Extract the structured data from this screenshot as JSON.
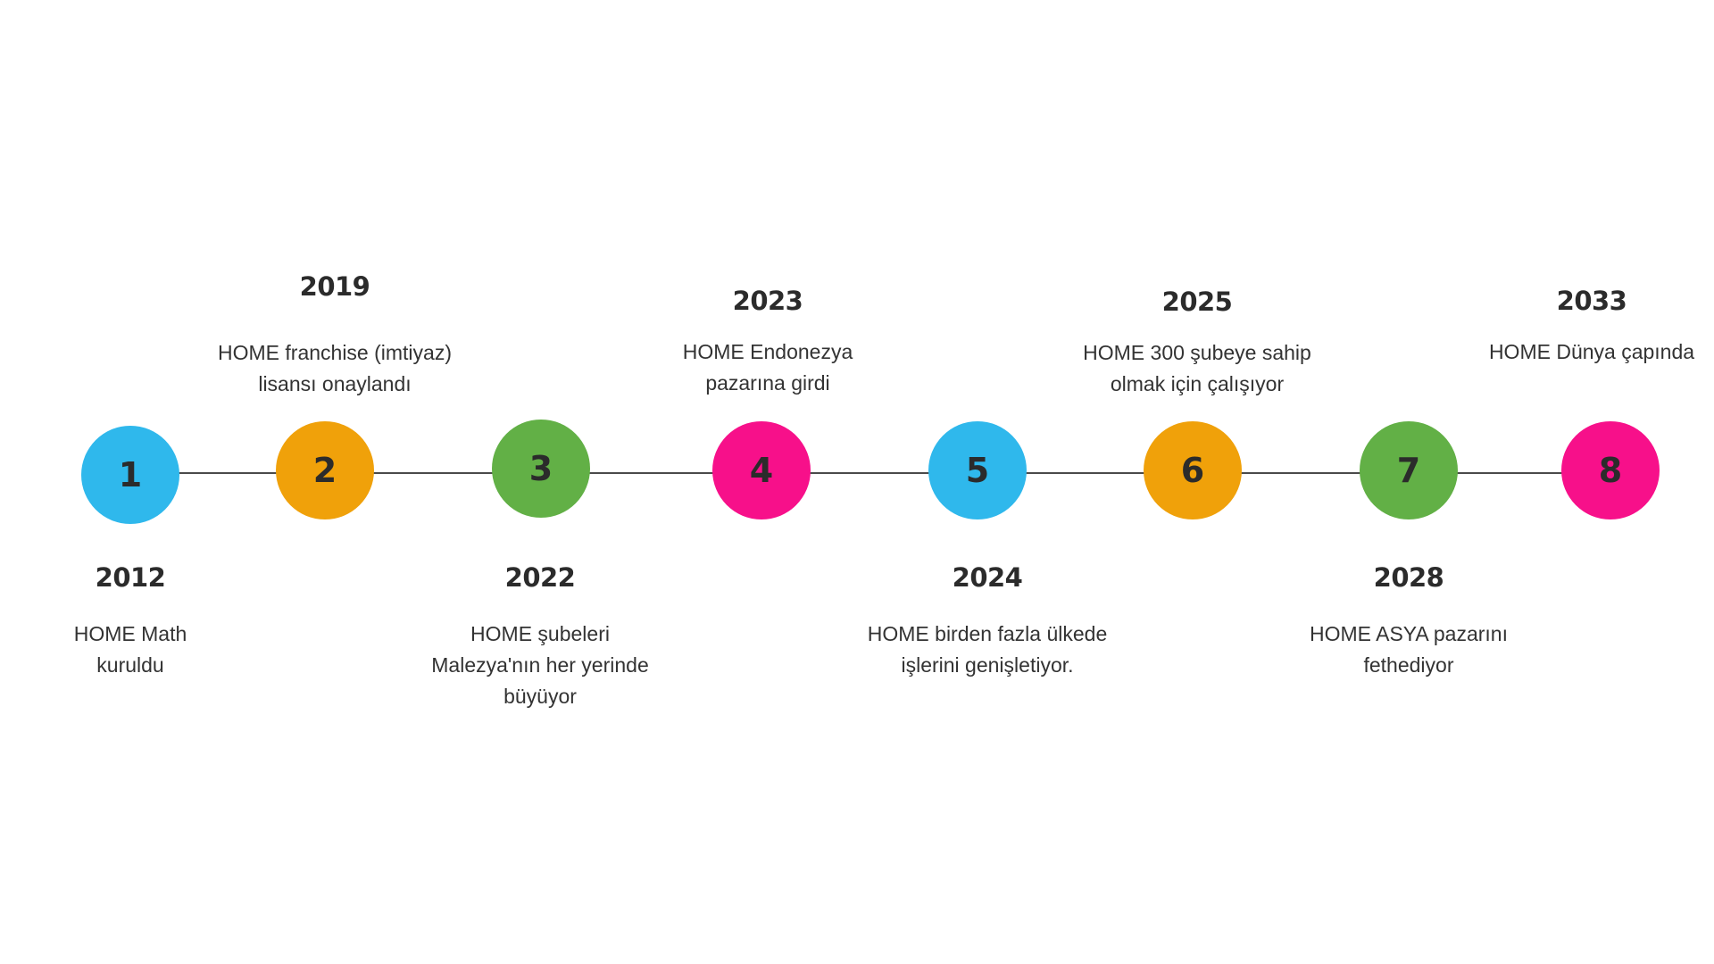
{
  "colors": {
    "blue": "#2FB8EC",
    "orange": "#F0A10A",
    "green": "#62B046",
    "pink": "#F7108A",
    "line": "#4a4a4a",
    "text": "#2b2b2b"
  },
  "timeline": {
    "nodes": [
      {
        "number": "1",
        "color": "#2FB8EC"
      },
      {
        "number": "2",
        "color": "#F0A10A"
      },
      {
        "number": "3",
        "color": "#62B046"
      },
      {
        "number": "4",
        "color": "#F7108A"
      },
      {
        "number": "5",
        "color": "#2FB8EC"
      },
      {
        "number": "6",
        "color": "#F0A10A"
      },
      {
        "number": "7",
        "color": "#62B046"
      },
      {
        "number": "8",
        "color": "#F7108A"
      }
    ],
    "events": [
      {
        "year": "2012",
        "position": "below",
        "lines": [
          "HOME Math",
          "kuruldu"
        ]
      },
      {
        "year": "2019",
        "position": "above",
        "lines": [
          "HOME franchise (imtiyaz)",
          "lisansı onaylandı"
        ]
      },
      {
        "year": "2022",
        "position": "below",
        "lines": [
          "HOME şubeleri",
          "Malezya'nın her yerinde",
          "büyüyor"
        ]
      },
      {
        "year": "2023",
        "position": "above",
        "lines": [
          "HOME Endonezya",
          "pazarına girdi"
        ]
      },
      {
        "year": "2024",
        "position": "below",
        "lines": [
          "HOME birden fazla ülkede",
          "işlerini genişletiyor."
        ]
      },
      {
        "year": "2025",
        "position": "above",
        "lines": [
          "HOME 300 şubeye sahip",
          "olmak için çalışıyor"
        ]
      },
      {
        "year": "2028",
        "position": "below",
        "lines": [
          "HOME ASYA pazarını",
          "fethediyor"
        ]
      },
      {
        "year": "2033",
        "position": "above",
        "lines": [
          "HOME Dünya çapında"
        ]
      }
    ]
  }
}
